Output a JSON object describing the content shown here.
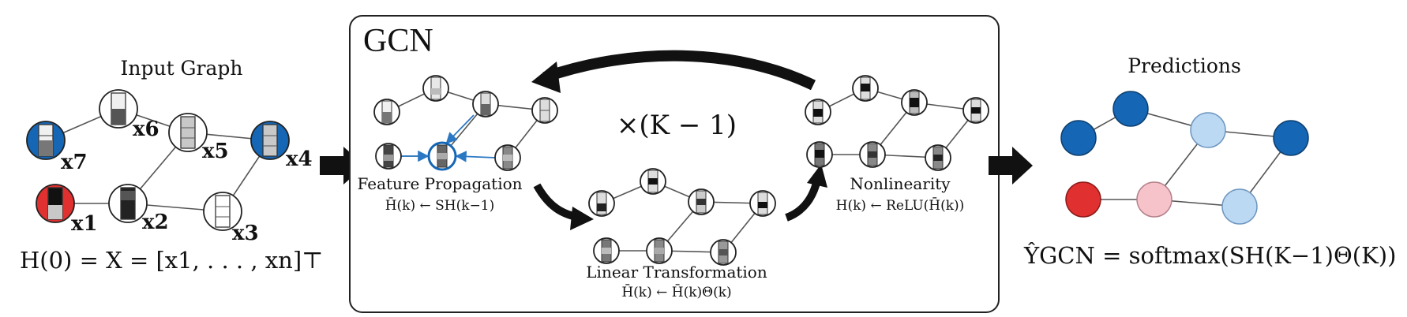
{
  "input": {
    "title": "Input Graph",
    "labels": [
      "x7",
      "x6",
      "x5",
      "x4",
      "x1",
      "x2",
      "x3"
    ],
    "equation": "H(0) = X = [x1, . . . , xn]⊤"
  },
  "gcn": {
    "title": "GCN",
    "repeat": "×(K − 1)",
    "feature_propagation": {
      "title": "Feature Propagation",
      "formula": "H̄(k) ← SH(k−1)"
    },
    "linear_transformation": {
      "title": "Linear Transformation",
      "formula": "H̄(k) ← H̄(k)Θ(k)"
    },
    "nonlinearity": {
      "title": "Nonlinearity",
      "formula": "H(k) ← ReLU(H̄(k))"
    }
  },
  "predictions": {
    "title": "Predictions",
    "equation": "ŶGCN = softmax(SH(K−1)Θ(K))"
  },
  "colors": {
    "dark_blue": "#1566b4",
    "light_blue": "#bcd9f4",
    "red": "#e0302f",
    "pink": "#f7c3cb",
    "box_border": "#222222",
    "arrow": "#111111"
  }
}
